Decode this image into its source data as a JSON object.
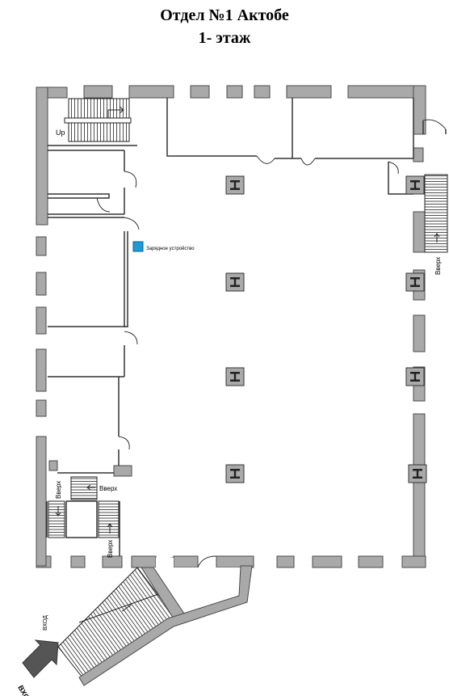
{
  "header": {
    "title": "Отдел №1 Актобе",
    "subtitle": "1- этаж"
  },
  "labels": {
    "up_en": "Up",
    "up_ru": "Вверх",
    "charger": "Зарядное устройство",
    "entrance": "ВХОД"
  },
  "colors": {
    "wall": "#a9a9a9",
    "wall_stroke": "#4a4a4a",
    "charger": "#1e9bd7",
    "column": "#a9a9a9",
    "arrow": "#555555"
  },
  "icons": {
    "column": "i-beam-column-icon",
    "charger": "charger-square-icon",
    "entrance": "entrance-arrow-icon"
  }
}
